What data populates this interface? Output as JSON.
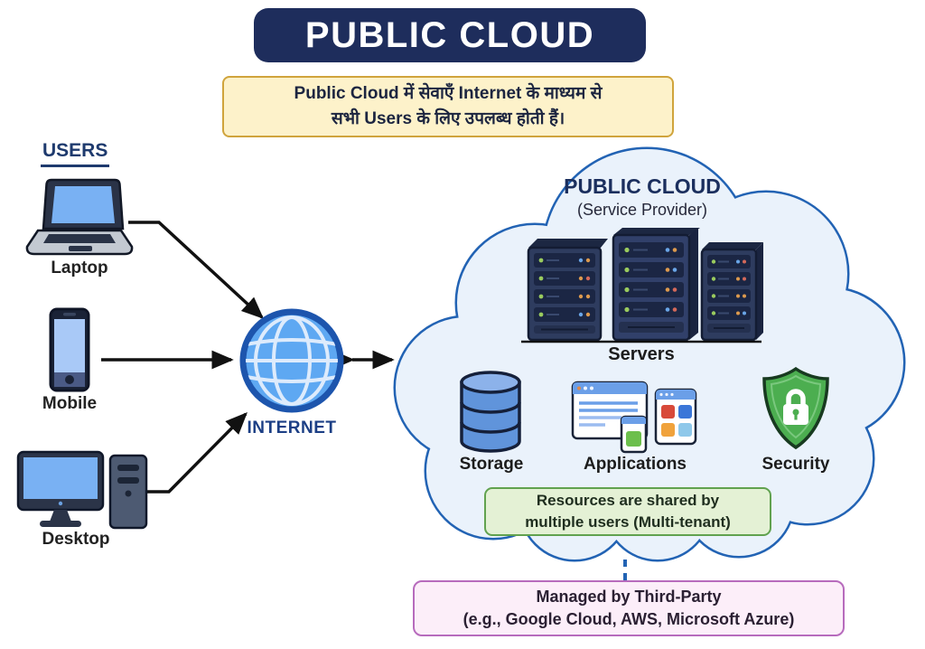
{
  "title_banner": "PUBLIC CLOUD",
  "description_box": {
    "line1": "Public Cloud में सेवाएँ Internet के माध्यम से",
    "line2": "सभी Users के लिए उपलब्ध होती हैं।"
  },
  "users": {
    "heading": "USERS",
    "devices": [
      {
        "name": "laptop",
        "label": "Laptop"
      },
      {
        "name": "mobile",
        "label": "Mobile"
      },
      {
        "name": "desktop",
        "label": "Desktop"
      }
    ]
  },
  "internet": {
    "label": "INTERNET"
  },
  "cloud": {
    "title": "PUBLIC CLOUD",
    "subtitle": "(Service Provider)",
    "servers_label": "Servers",
    "storage_label": "Storage",
    "applications_label": "Applications",
    "security_label": "Security",
    "note_line1": "Resources are shared by",
    "note_line2": "multiple users (Multi-tenant)"
  },
  "managed_box": {
    "line1": "Managed by Third-Party",
    "line2": "(e.g., Google Cloud, AWS, Microsoft Azure)"
  },
  "icons": {
    "laptop": "laptop-icon",
    "mobile": "smartphone-icon",
    "desktop": "desktop-computer-icon",
    "internet": "globe-icon",
    "servers": "server-rack-icon",
    "storage": "database-cylinder-icon",
    "applications": "app-windows-icon",
    "security": "shield-lock-icon"
  },
  "colors": {
    "banner_bg": "#1e2d5c",
    "description_bg": "#fdf2ca",
    "description_border": "#d0a43c",
    "cloud_fill": "#eaf2fb",
    "cloud_border": "#2263b4",
    "note_bg": "#e4f1d5",
    "note_border": "#61a24f",
    "managed_bg": "#fceef9",
    "managed_border": "#b76bbd",
    "shield_green": "#4cae50",
    "globe_blue": "#5ea8f2",
    "navy_text": "#1b2f5e"
  }
}
